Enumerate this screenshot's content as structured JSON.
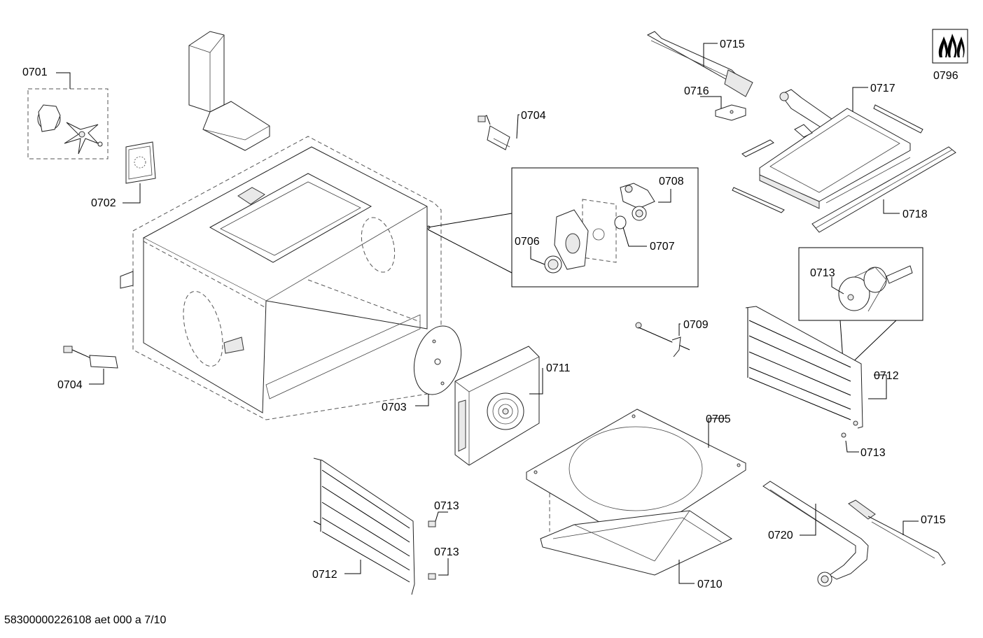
{
  "diagram": {
    "labels": {
      "p0701": "0701",
      "p0702": "0702",
      "p0703": "0703",
      "p0704a": "0704",
      "p0704b": "0704",
      "p0705": "0705",
      "p0706": "0706",
      "p0707": "0707",
      "p0708": "0708",
      "p0709": "0709",
      "p0710": "0710",
      "p0711": "0711",
      "p0712a": "0712",
      "p0712b": "0712",
      "p0713a": "0713",
      "p0713b": "0713",
      "p0713c": "0713",
      "p0713d": "0713",
      "p0715a": "0715",
      "p0715b": "0715",
      "p0716": "0716",
      "p0717": "0717",
      "p0718": "0718",
      "p0720": "0720",
      "p0796": "0796"
    },
    "footer": "58300000226108 aet 000 a 7/10"
  }
}
